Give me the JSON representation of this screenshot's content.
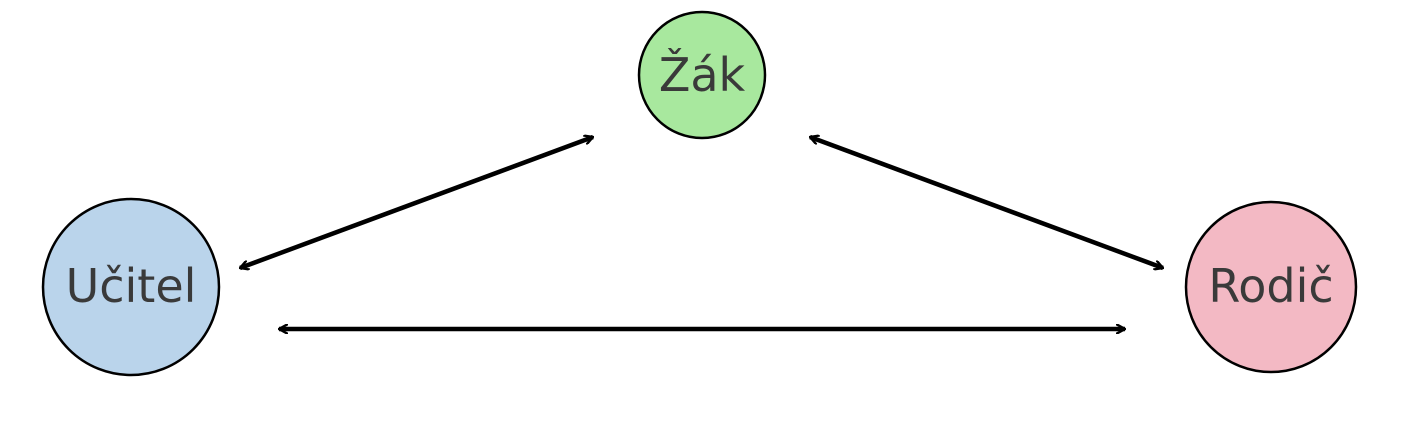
{
  "nodes": {
    "student": {
      "label": "Žák",
      "color": "#a8e89e"
    },
    "teacher": {
      "label": "Učitel",
      "color": "#bad4eb"
    },
    "parent": {
      "label": "Rodič",
      "color": "#f3b9c4"
    }
  },
  "edges": [
    {
      "from": "Učitel",
      "to": "Žák",
      "direction": "both"
    },
    {
      "from": "Žák",
      "to": "Rodič",
      "direction": "both"
    },
    {
      "from": "Učitel",
      "to": "Rodič",
      "direction": "both"
    }
  ]
}
